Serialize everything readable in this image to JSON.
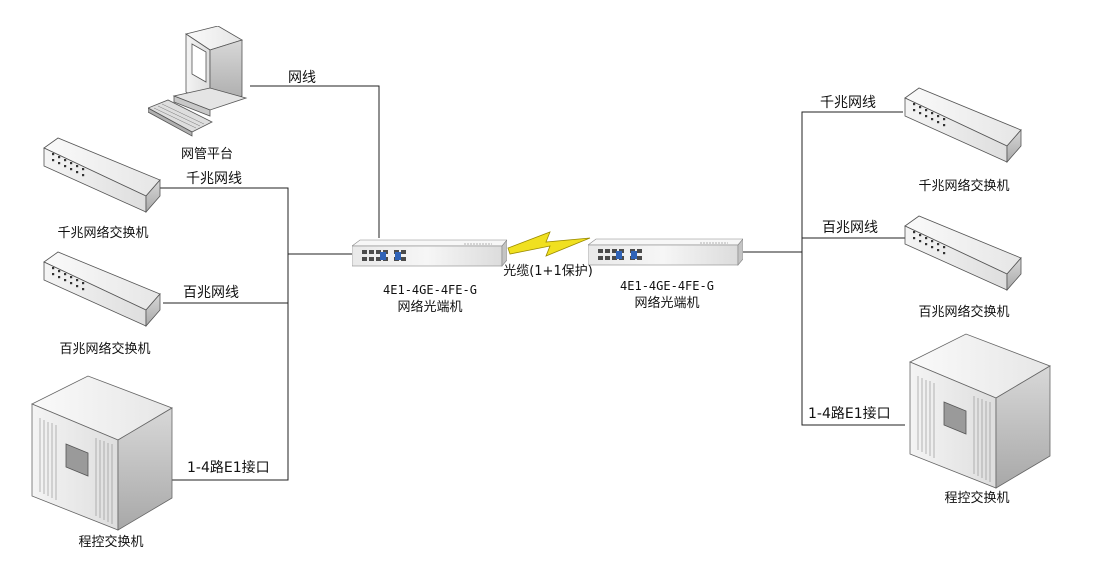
{
  "left": {
    "pc_label": "网管平台",
    "pc_line_label": "网线",
    "gigabit_switch_label": "千兆网络交换机",
    "gigabit_line_label": "千兆网线",
    "fast_switch_label": "百兆网络交换机",
    "fast_line_label": "百兆网线",
    "pbx_label": "程控交换机",
    "e1_line_label": "1-4路E1接口"
  },
  "center": {
    "left_terminal_model": "4E1-4GE-4FE-G",
    "left_terminal_name": "网络光端机",
    "fiber_label": "光缆(1+1保护)",
    "right_terminal_model": "4E1-4GE-4FE-G",
    "right_terminal_name": "网络光端机"
  },
  "right": {
    "gigabit_line_label": "千兆网线",
    "gigabit_switch_label": "千兆网络交换机",
    "fast_line_label": "百兆网线",
    "fast_switch_label": "百兆网络交换机",
    "e1_line_label": "1-4路E1接口",
    "pbx_label": "程控交换机"
  },
  "colors": {
    "line": "#222222",
    "lightning": "#f0e020",
    "device_face": "#f2f2f2",
    "device_shadow": "#bdbdbd"
  }
}
